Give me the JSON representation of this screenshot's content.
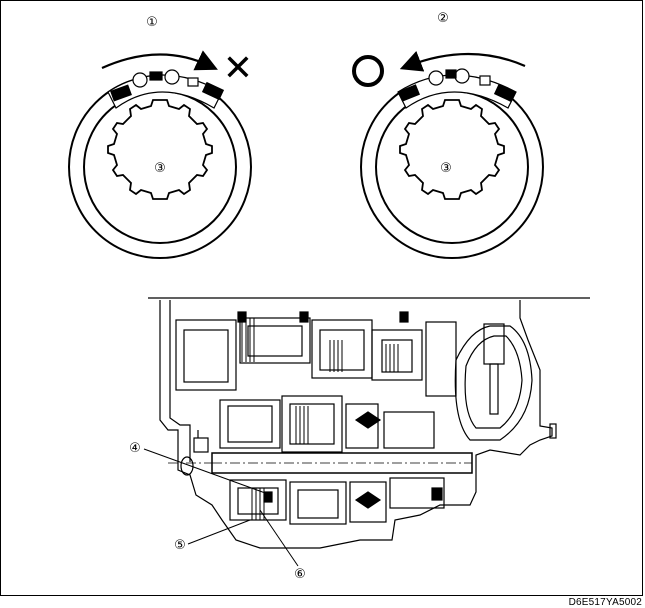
{
  "labels": {
    "view1": "①",
    "view2": "②",
    "inner_left": "③",
    "inner_right": "③",
    "part4": "④",
    "part5": "⑤",
    "part6": "⑥"
  },
  "symbols": {
    "wrong_mark": "✕",
    "correct_mark": "O"
  },
  "figure_code": "D6E517YA5002",
  "icons": {
    "left_arrow": "clockwise-arrow-icon",
    "right_arrow": "counterclockwise-arrow-icon"
  }
}
